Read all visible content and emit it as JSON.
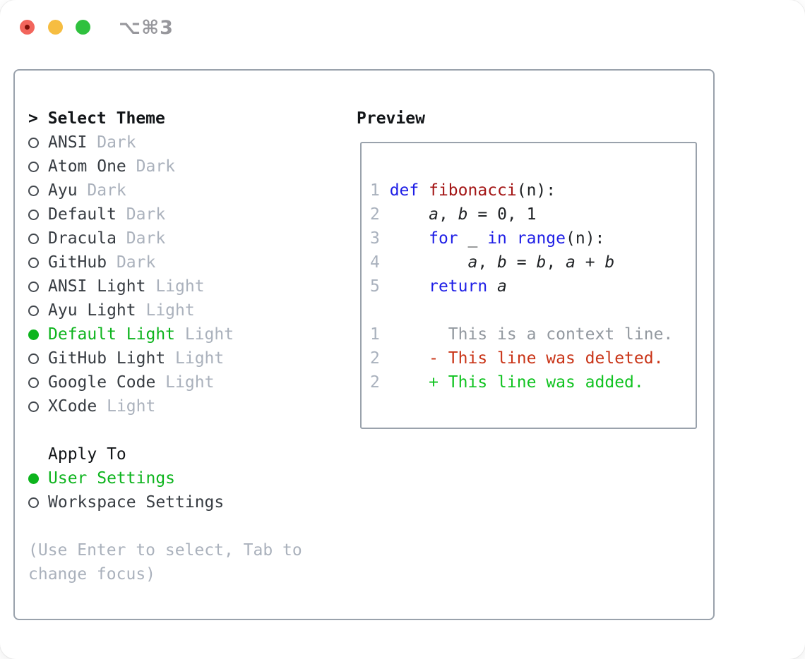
{
  "window": {
    "title_shortcut": "⌥⌘3",
    "traffic_lights": [
      "close",
      "minimize",
      "zoom"
    ]
  },
  "theme_selector": {
    "cursor": ">",
    "header": "Select Theme",
    "items": [
      {
        "name": "ANSI",
        "variant": "Dark",
        "selected": false
      },
      {
        "name": "Atom One",
        "variant": "Dark",
        "selected": false
      },
      {
        "name": "Ayu",
        "variant": "Dark",
        "selected": false
      },
      {
        "name": "Default",
        "variant": "Dark",
        "selected": false
      },
      {
        "name": "Dracula",
        "variant": "Dark",
        "selected": false
      },
      {
        "name": "GitHub",
        "variant": "Dark",
        "selected": false
      },
      {
        "name": "ANSI Light",
        "variant": "Light",
        "selected": false
      },
      {
        "name": "Ayu Light",
        "variant": "Light",
        "selected": false
      },
      {
        "name": "Default Light",
        "variant": "Light",
        "selected": true
      },
      {
        "name": "GitHub Light",
        "variant": "Light",
        "selected": false
      },
      {
        "name": "Google Code",
        "variant": "Light",
        "selected": false
      },
      {
        "name": "XCode",
        "variant": "Light",
        "selected": false
      }
    ]
  },
  "apply_to": {
    "header": "Apply To",
    "items": [
      {
        "label": "User Settings",
        "selected": true
      },
      {
        "label": "Workspace Settings",
        "selected": false
      }
    ]
  },
  "help_text": "(Use Enter to select, Tab to change focus)",
  "preview": {
    "header": "Preview",
    "lines": [
      {
        "num": "1",
        "tokens": [
          {
            "t": "def",
            "s": "kw"
          },
          {
            "t": " ",
            "s": "p"
          },
          {
            "t": "fibonacci",
            "s": "fn"
          },
          {
            "t": "(n):",
            "s": "p"
          }
        ]
      },
      {
        "num": "2",
        "tokens": [
          {
            "t": "    ",
            "s": "p"
          },
          {
            "t": "a",
            "s": "v"
          },
          {
            "t": ", ",
            "s": "p"
          },
          {
            "t": "b",
            "s": "v"
          },
          {
            "t": " = ",
            "s": "p"
          },
          {
            "t": "0, 1",
            "s": "p"
          }
        ]
      },
      {
        "num": "3",
        "tokens": [
          {
            "t": "    ",
            "s": "p"
          },
          {
            "t": "for",
            "s": "kw"
          },
          {
            "t": " _ ",
            "s": "p"
          },
          {
            "t": "in",
            "s": "kw"
          },
          {
            "t": " ",
            "s": "p"
          },
          {
            "t": "range",
            "s": "kw"
          },
          {
            "t": "(n):",
            "s": "p"
          }
        ]
      },
      {
        "num": "4",
        "tokens": [
          {
            "t": "        ",
            "s": "p"
          },
          {
            "t": "a",
            "s": "v"
          },
          {
            "t": ", ",
            "s": "p"
          },
          {
            "t": "b",
            "s": "v"
          },
          {
            "t": " = ",
            "s": "p"
          },
          {
            "t": "b",
            "s": "v"
          },
          {
            "t": ", ",
            "s": "p"
          },
          {
            "t": "a",
            "s": "v"
          },
          {
            "t": " + ",
            "s": "p"
          },
          {
            "t": "b",
            "s": "v"
          }
        ]
      },
      {
        "num": "5",
        "tokens": [
          {
            "t": "    ",
            "s": "p"
          },
          {
            "t": "return",
            "s": "kw"
          },
          {
            "t": " ",
            "s": "p"
          },
          {
            "t": "a",
            "s": "v"
          }
        ]
      },
      {
        "blank": true
      },
      {
        "num": "1",
        "tokens": [
          {
            "t": "      This is a context line.",
            "s": "ctx"
          }
        ]
      },
      {
        "num": "2",
        "tokens": [
          {
            "t": "    ",
            "s": "p"
          },
          {
            "t": "- This line was deleted.",
            "s": "del"
          }
        ]
      },
      {
        "num": "2",
        "tokens": [
          {
            "t": "    ",
            "s": "p"
          },
          {
            "t": "+ This line was added.",
            "s": "add"
          }
        ]
      }
    ]
  },
  "colors": {
    "accent_green": "#0db41d",
    "added_green": "#11c321",
    "deleted_red": "#c93417",
    "keyword_blue": "#1e1ee6",
    "function_darkred": "#a31515",
    "dim_gray": "#aab1bc",
    "line_number_gray": "#a9b1bd",
    "context_gray": "#92989f",
    "text_dark": "#373c42",
    "black": "#121518",
    "border_gray": "#9aa2ac",
    "traffic_red": "#f2655c",
    "traffic_red_dot": "#7d0f08",
    "traffic_yellow": "#f6bd41",
    "traffic_green": "#2fc13e",
    "title_gray": "#97979c"
  }
}
